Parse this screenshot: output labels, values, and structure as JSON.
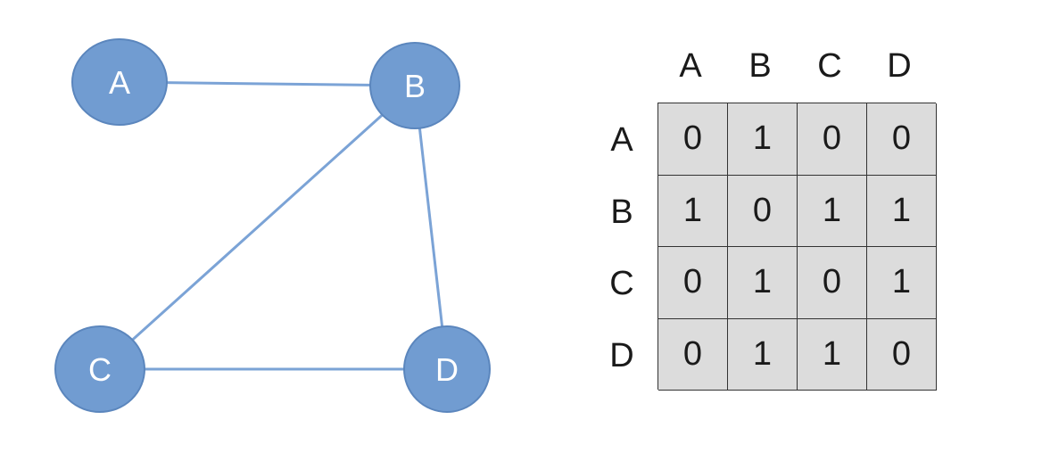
{
  "graph": {
    "node_color": "#719cd1",
    "node_border_color": "#5b86bd",
    "edge_color": "#7ba3d6",
    "nodes": [
      {
        "id": "A",
        "label": "A"
      },
      {
        "id": "B",
        "label": "B"
      },
      {
        "id": "C",
        "label": "C"
      },
      {
        "id": "D",
        "label": "D"
      }
    ],
    "edges": [
      [
        "A",
        "B"
      ],
      [
        "B",
        "C"
      ],
      [
        "B",
        "D"
      ],
      [
        "C",
        "D"
      ]
    ]
  },
  "matrix": {
    "col_headers": [
      "A",
      "B",
      "C",
      "D"
    ],
    "row_headers": [
      "A",
      "B",
      "C",
      "D"
    ],
    "cell_color": "#dcdcdc",
    "rows": [
      [
        "0",
        "1",
        "0",
        "0"
      ],
      [
        "1",
        "0",
        "1",
        "1"
      ],
      [
        "0",
        "1",
        "0",
        "1"
      ],
      [
        "0",
        "1",
        "1",
        "0"
      ]
    ]
  }
}
